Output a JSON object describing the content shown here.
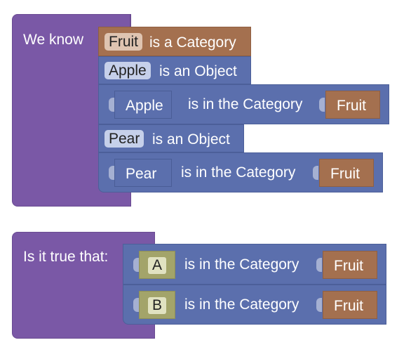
{
  "knowledge": {
    "label": "We know",
    "category_block": {
      "name": "Fruit",
      "text": "is a Category"
    },
    "object_blocks": [
      {
        "name": "Apple",
        "text": "is an Object"
      },
      {
        "name": "Pear",
        "text": "is an Object"
      }
    ],
    "membership_blocks": [
      {
        "object": "Apple",
        "text": "is in the Category",
        "category": "Fruit"
      },
      {
        "object": "Pear",
        "text": "is in the Category",
        "category": "Fruit"
      }
    ]
  },
  "query": {
    "label": "Is it true that:",
    "rows": [
      {
        "variable": "A",
        "text": "is in the Category",
        "category": "Fruit"
      },
      {
        "variable": "B",
        "text": "is in the Category",
        "category": "Fruit"
      }
    ]
  },
  "colors": {
    "container": "#7a58a6",
    "statement": "#5b6fad",
    "category": "#a4704f",
    "variable": "#a3a46a"
  }
}
